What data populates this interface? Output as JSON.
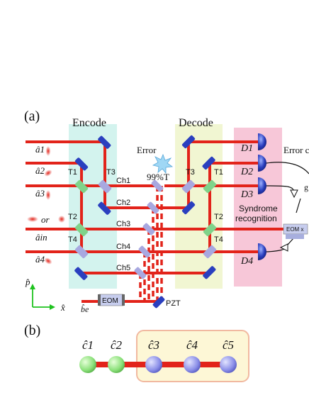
{
  "panel_a": {
    "label": "(a)",
    "encode_label": "Encode",
    "decode_label": "Decode",
    "error_label": "Error",
    "transmission_label": "99%T",
    "syndrome_line1": "Syndrome",
    "syndrome_line2": "recognition",
    "error_correction_label": "Error c",
    "g_label": "g",
    "eom_label": "EOM",
    "eom_x_label": "EOM x",
    "pzt_label": "PZT",
    "or_label": "or",
    "inputs": [
      "â1",
      "â2",
      "â3",
      "âin",
      "â4"
    ],
    "be_label": "b̂e",
    "channels": [
      "Ch1",
      "Ch2",
      "Ch3",
      "Ch4",
      "Ch5"
    ],
    "t_labels_left": [
      "T1",
      "T3",
      "T2",
      "T4"
    ],
    "t_labels_right": [
      "T3",
      "T1",
      "T2",
      "T4"
    ],
    "detectors": [
      "D1",
      "D2",
      "D3",
      "D4"
    ],
    "axis_p": "p̂",
    "axis_x": "x̂",
    "colors": {
      "beam": "#e2231a",
      "encode_box": "#d3f3ee",
      "decode_box": "#f1f6d2",
      "syndrome_box": "#f7c7d8",
      "detector": "#2a3fbf",
      "mirror": "#2a3fbf",
      "splitter_green": "#7fd38a",
      "splitter_purple": "#a8a8e0",
      "axes": "#1ec21e"
    }
  },
  "panel_b": {
    "label": "(b)",
    "modes": [
      "ĉ1",
      "ĉ2",
      "ĉ3",
      "ĉ4",
      "ĉ5"
    ],
    "colors": {
      "green_node": "#8be07a",
      "blue_node": "#8a8ee8",
      "highlight": "#fdf7d6",
      "highlight_border": "#f1b9a0",
      "bond": "#e2231a"
    }
  }
}
